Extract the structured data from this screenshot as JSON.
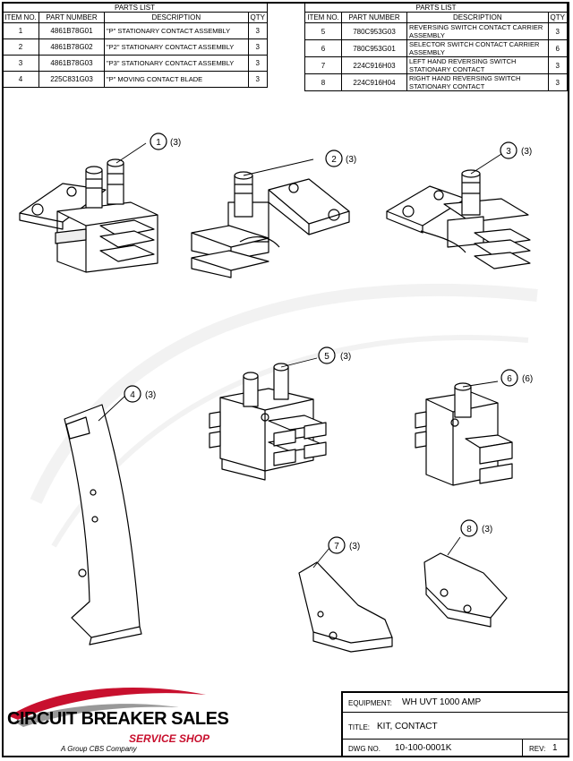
{
  "parts_list_left": {
    "title": "PARTS LIST",
    "headers": {
      "item": "ITEM NO.",
      "part": "PART NUMBER",
      "desc": "DESCRIPTION",
      "qty": "QTY"
    },
    "rows": [
      {
        "item": "1",
        "part": "4861B78G01",
        "desc": "\"P\" STATIONARY CONTACT ASSEMBLY",
        "qty": "3"
      },
      {
        "item": "2",
        "part": "4861B78G02",
        "desc": "\"P2\" STATIONARY CONTACT ASSEMBLY",
        "qty": "3"
      },
      {
        "item": "3",
        "part": "4861B78G03",
        "desc": "\"P3\" STATIONARY CONTACT ASSEMBLY",
        "qty": "3"
      },
      {
        "item": "4",
        "part": "225C831G03",
        "desc": "\"P\" MOVING CONTACT BLADE",
        "qty": "3"
      }
    ]
  },
  "parts_list_right": {
    "title": "PARTS LIST",
    "headers": {
      "item": "ITEM NO.",
      "part": "PART NUMBER",
      "desc": "DESCRIPTION",
      "qty": "QTY"
    },
    "rows": [
      {
        "item": "5",
        "part": "780C953G03",
        "desc": "REVERSING SWITCH CONTACT CARRIER ASSEMBLY",
        "qty": "3"
      },
      {
        "item": "6",
        "part": "780C953G01",
        "desc": "SELECTOR SWITCH CONTACT CARRIER ASSEMBLY",
        "qty": "6"
      },
      {
        "item": "7",
        "part": "224C916H03",
        "desc": "LEFT HAND REVERSING SWITCH STATIONARY CONTACT",
        "qty": "3"
      },
      {
        "item": "8",
        "part": "224C916H04",
        "desc": "RIGHT HAND REVERSING SWITCH STATIONARY CONTACT",
        "qty": "3"
      }
    ]
  },
  "callouts": [
    {
      "num": "1",
      "qty": "(3)"
    },
    {
      "num": "2",
      "qty": "(3)"
    },
    {
      "num": "3",
      "qty": "(3)"
    },
    {
      "num": "4",
      "qty": "(3)"
    },
    {
      "num": "5",
      "qty": "(3)"
    },
    {
      "num": "6",
      "qty": "(6)"
    },
    {
      "num": "7",
      "qty": "(3)"
    },
    {
      "num": "8",
      "qty": "(3)"
    }
  ],
  "title_block": {
    "equipment_label": "EQUIPMENT:",
    "equipment_value": "WH UVT 1000 AMP",
    "title_label": "TITLE:",
    "title_value": "KIT, CONTACT",
    "dwg_label": "DWG NO.",
    "dwg_value": "10-100-0001K",
    "rev_label": "REV:",
    "rev_value": "1"
  },
  "logo": {
    "main": "CIRCUIT BREAKER SALES",
    "sub": "SERVICE SHOP",
    "tagline": "A Group CBS Company",
    "accent_color": "#c8102e"
  }
}
